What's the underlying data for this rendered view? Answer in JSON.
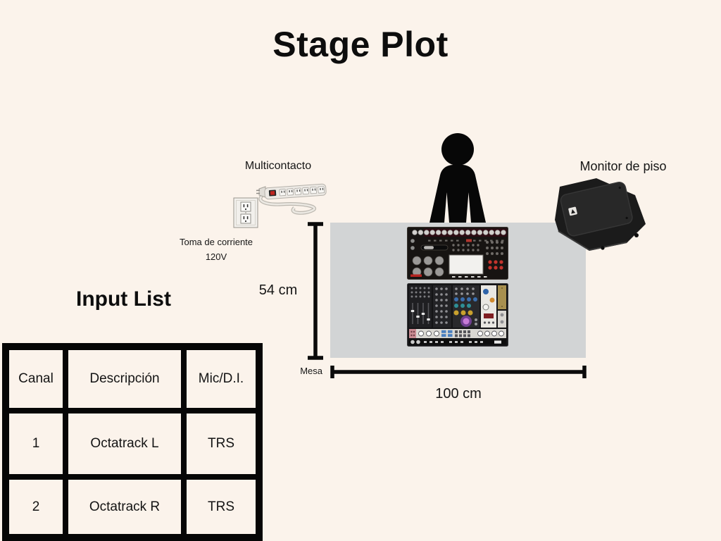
{
  "page": {
    "title": "Stage Plot",
    "background_color": "#FBF3EB"
  },
  "stage": {
    "power_strip_label": "Multicontacto",
    "wall_outlet_label": {
      "line1": "Toma de corriente",
      "line2": "120V"
    },
    "monitor_label": "Monitor de piso",
    "table": {
      "label": "Mesa",
      "depth_label": "54 cm",
      "width_label": "100 cm",
      "surface_color": "#D2D4D5"
    },
    "icons": {
      "performer": "person-silhouette-icon",
      "power_strip": "power-strip-icon",
      "wall_outlet": "wall-outlet-icon",
      "floor_monitor": "wedge-monitor-icon",
      "sampler": "octatrack-sampler-icon",
      "modular_synth": "eurorack-modular-icon"
    }
  },
  "input_list": {
    "title": "Input List",
    "columns": [
      "Canal",
      "Descripción",
      "Mic/D.I."
    ],
    "rows": [
      [
        "1",
        "Octatrack L",
        "TRS"
      ],
      [
        "2",
        "Octatrack R",
        "TRS"
      ]
    ],
    "grid_color": "#060606"
  }
}
